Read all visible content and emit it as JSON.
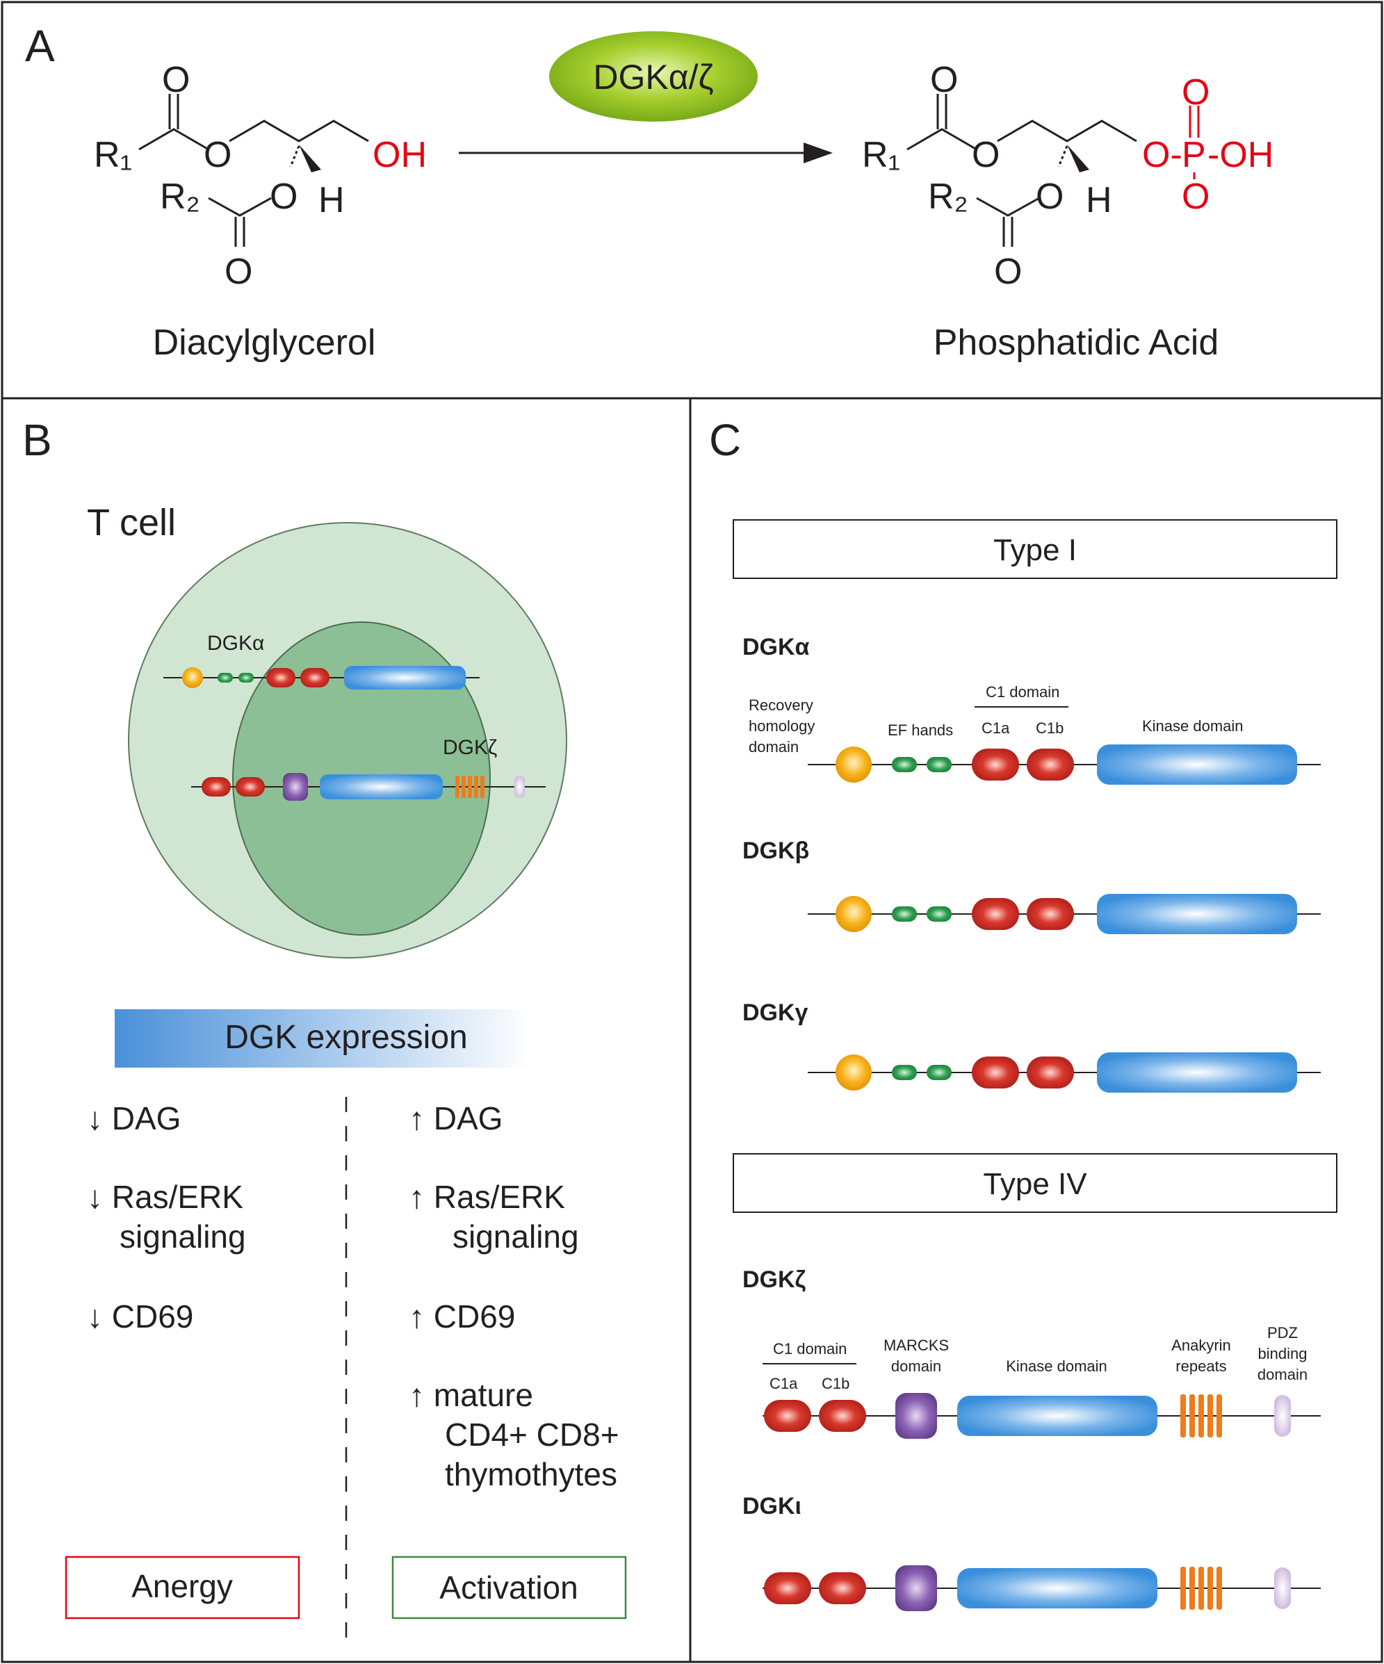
{
  "panel_a": {
    "letter": "A",
    "enzyme": "DGKα/ζ",
    "substrate_name": "Diacylglycerol",
    "product_name": "Phosphatidic Acid",
    "atoms": {
      "O": "O",
      "R1": "R₁",
      "R2": "R₂",
      "H": "H",
      "OH": "OH",
      "P": "P",
      "O_dash": "O-",
      "dash_OH": "-OH"
    }
  },
  "panel_b": {
    "letter": "B",
    "cell_label": "T cell",
    "dgka_label": "DGKα",
    "dgkz_label": "DGKζ",
    "expression_label": "DGK expression",
    "low_effects": {
      "dag": "↓  DAG",
      "ras_line1": "↓  Ras/ERK",
      "ras_line2": "signaling",
      "cd69": "↓  CD69"
    },
    "high_effects": {
      "dag": "↑ DAG",
      "ras_line1": "↑  Ras/ERK",
      "ras_line2": "signaling",
      "cd69": "↑  CD69",
      "mature_line1": "↑  mature",
      "mature_line2": "CD4+ CD8+",
      "mature_line3": "thymothytes"
    },
    "outcome_low": "Anergy",
    "outcome_high": "Activation",
    "colors": {
      "cell_outer": "#d0e6d3",
      "cell_inner": "#8cbf95",
      "anergy_border": "#e30613",
      "activation_border": "#3d8a3d",
      "expression_gradient": "#4a90d9"
    }
  },
  "panel_c": {
    "letter": "C",
    "type1_label": "Type I",
    "type4_label": "Type IV",
    "isoforms": {
      "alpha": "DGKα",
      "beta": "DGKβ",
      "gamma": "DGKγ",
      "zeta": "DGKζ",
      "iota": "DGKι"
    },
    "domain_labels": {
      "recovery_line1": "Recovery",
      "recovery_line2": "homology",
      "recovery_line3": "domain",
      "ef_hands": "EF hands",
      "c1_domain": "C1 domain",
      "c1a": "C1a",
      "c1b": "C1b",
      "kinase_domain": "Kinase domain",
      "marcks_line1": "MARCKS",
      "marcks_line2": "domain",
      "ankyrin_line1": "Anakyrin",
      "ankyrin_line2": "repeats",
      "pdz_line1": "PDZ",
      "pdz_line2": "binding",
      "pdz_line3": "domain"
    },
    "colors": {
      "recovery": "#f7b21b",
      "ef_hand": "#2e9e4f",
      "c1": "#c8241e",
      "kinase": "#3a8fdc",
      "marcks": "#7a4fa3",
      "ankyrin": "#f07b1a",
      "pdz": "#c9b3dc"
    }
  }
}
